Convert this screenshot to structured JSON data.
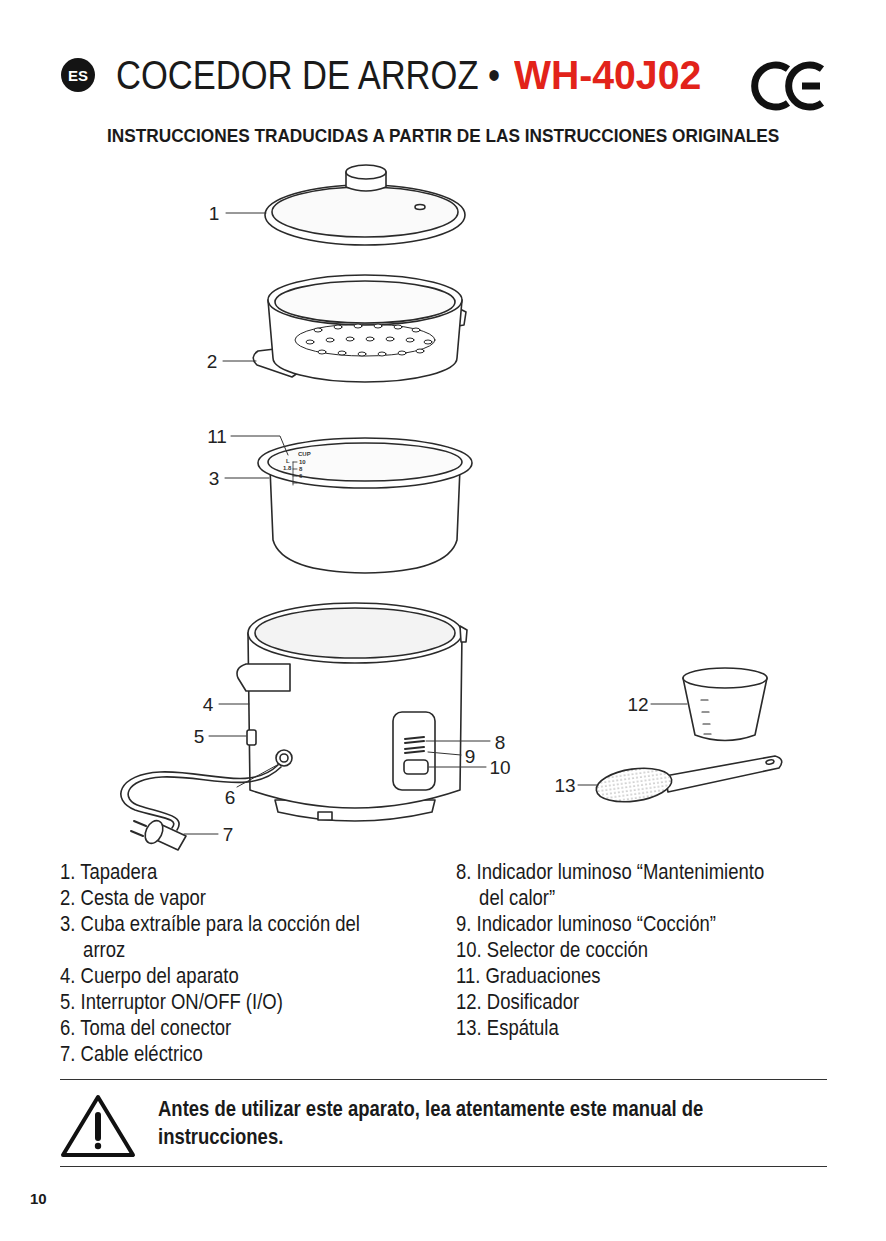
{
  "diagram": {
    "title": "COCEDOR DE ARROZ •",
    "nodes": [
      {
        "text": [
          "ES"
        ]
      },
      {
        "text": [
          "Antes de utilizar este aparato, lea atentamente este manual de instrucciones."
        ]
      }
    ],
    "labels": [
      "WH-40J02",
      "INSTRUCCIONES TRADUCIDAS A PARTIR DE LAS INSTRUCCIONES ORIGINALES",
      "1",
      "2",
      "11",
      "3",
      "4",
      "5",
      "8",
      "9",
      "10",
      "12",
      "6",
      "13",
      "7",
      "1. Tapadera",
      "2. Cesta de vapor",
      "3. Cuba extraíble para la cocción del arroz",
      "4. Cuerpo del aparato",
      "5. Interruptor ON/OFF (I/O)",
      "6. Toma del conector",
      "7. Cable eléctrico",
      "8. Indicador luminoso “Mantenimiento del calor”",
      "9. Indicador luminoso “Cocción”",
      "10. Selector de cocción",
      "11. Graduaciones",
      "12. Dosificador",
      "13. Espátula",
      "CUP",
      "10",
      "8",
      "6",
      "L",
      "1.8",
      "10"
    ]
  }
}
